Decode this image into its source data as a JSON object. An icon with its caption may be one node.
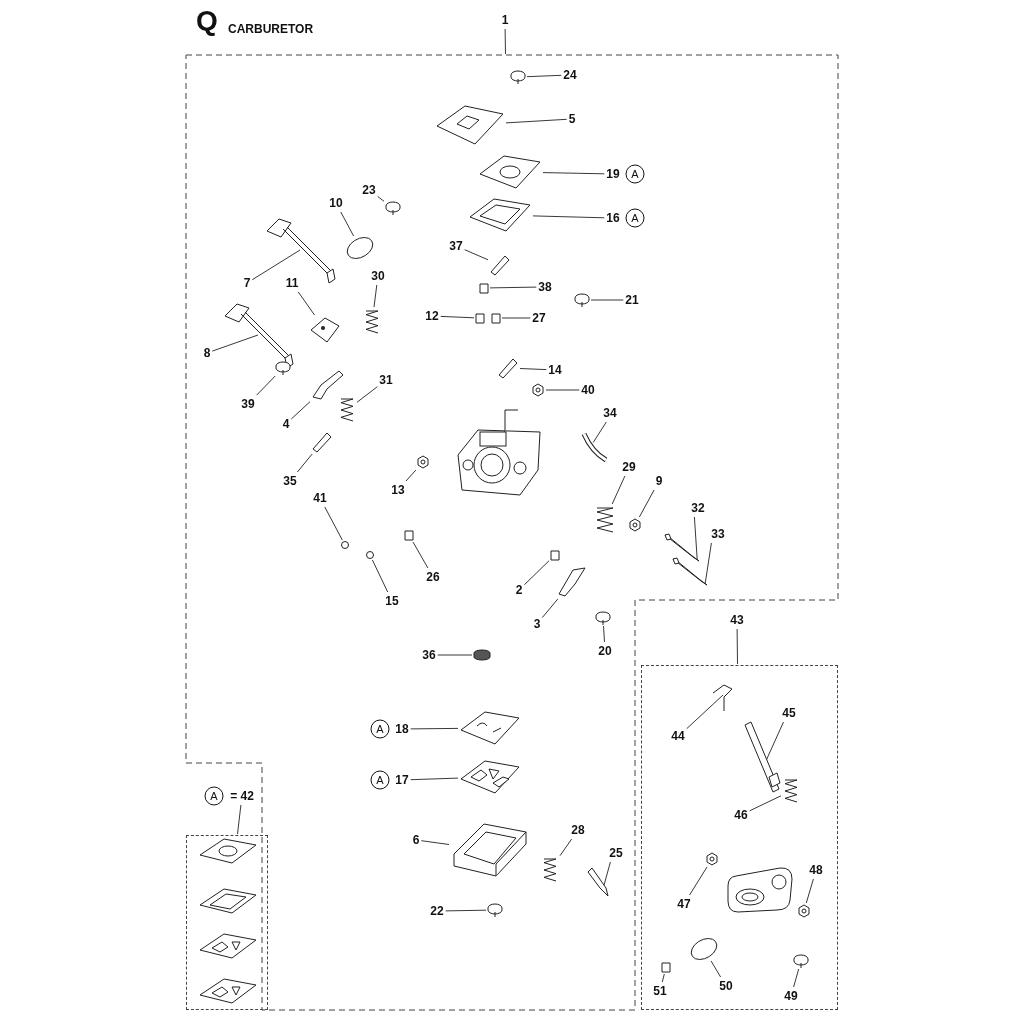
{
  "diagram": {
    "title": "CARBURETOR",
    "nodes": [
      {
        "text": [
          "1"
        ]
      },
      {
        "text": [],
        "shape": "box"
      },
      {
        "text": [
          "24"
        ],
        "in": 1
      },
      {
        "text": [],
        "shape": "picture",
        "in": 1
      },
      {
        "text": [
          "5"
        ],
        "in": 1
      },
      {
        "text": [],
        "shape": "picture",
        "in": 1
      },
      {
        "text": [
          "19"
        ],
        "beside": [
          "A"
        ],
        "in": 1
      },
      {
        "text": [],
        "shape": "picture",
        "in": 1
      },
      {
        "text": [
          "16"
        ],
        "beside": [
          "A"
        ],
        "in": 1
      },
      {
        "text": [],
        "shape": "picture",
        "in": 1
      },
      {
        "text": [
          "23"
        ],
        "in": 1
      },
      {
        "text": [],
        "shape": "picture",
        "in": 1
      },
      {
        "text": [
          "10"
        ],
        "in": 1
      },
      {
        "text": [],
        "shape": "picture",
        "in": 1
      },
      {
        "text": [
          "7"
        ],
        "in": 1
      },
      {
        "text": [],
        "shape": "picture",
        "in": 1
      },
      {
        "text": [
          "11"
        ],
        "in": 1
      },
      {
        "text": [],
        "shape": "picture",
        "in": 1
      },
      {
        "text": [
          "30"
        ],
        "in": 1
      },
      {
        "text": [],
        "shape": "picture",
        "in": 1
      },
      {
        "text": [
          "37"
        ],
        "in": 1
      },
      {
        "text": [],
        "shape": "picture",
        "in": 1
      },
      {
        "text": [
          "38"
        ],
        "in": 1
      },
      {
        "text": [],
        "shape": "box",
        "in": 1
      },
      {
        "text": [
          "21"
        ],
        "in": 1
      },
      {
        "text": [],
        "shape": "picture",
        "in": 1
      },
      {
        "text": [
          "12"
        ],
        "in": 1
      },
      {
        "text": [],
        "shape": "box",
        "in": 1
      },
      {
        "text": [
          "27"
        ],
        "in": 1
      },
      {
        "text": [],
        "shape": "box",
        "in": 1
      },
      {
        "text": [
          "8"
        ],
        "in": 1
      },
      {
        "text": [],
        "shape": "picture",
        "in": 1
      },
      {
        "text": [
          "14"
        ],
        "in": 1
      },
      {
        "text": [],
        "shape": "picture",
        "in": 1
      },
      {
        "text": [
          "40"
        ],
        "in": 1
      },
      {
        "text": [],
        "shape": "picture",
        "in": 1
      },
      {
        "text": [
          "31"
        ],
        "in": 1
      },
      {
        "text": [],
        "shape": "picture",
        "in": 1
      },
      {
        "text": [
          "39"
        ],
        "in": 1
      },
      {
        "text": [],
        "shape": "picture",
        "in": 1
      },
      {
        "text": [
          "4"
        ],
        "in": 1
      },
      {
        "text": [],
        "shape": "picture",
        "in": 1
      },
      {
        "text": [
          "34"
        ],
        "in": 1
      },
      {
        "text": [],
        "shape": "picture",
        "in": 1
      },
      {
        "text": [
          "35"
        ],
        "in": 1
      },
      {
        "text": [],
        "shape": "picture",
        "in": 1
      },
      {
        "text": [
          "13"
        ],
        "in": 1
      },
      {
        "text": [],
        "shape": "picture",
        "in": 1
      },
      {
        "text": [
          "29"
        ],
        "in": 1
      },
      {
        "text": [],
        "shape": "picture",
        "in": 1
      },
      {
        "text": [
          "9"
        ],
        "in": 1
      },
      {
        "text": [],
        "shape": "picture",
        "in": 1
      },
      {
        "text": [
          "32"
        ],
        "in": 1
      },
      {
        "text": [],
        "shape": "picture",
        "in": 1
      },
      {
        "text": [
          "33"
        ],
        "in": 1
      },
      {
        "text": [],
        "shape": "picture",
        "in": 1
      },
      {
        "text": [
          "41"
        ],
        "in": 1
      },
      {
        "text": [],
        "shape": "circle",
        "in": 1
      },
      {
        "text": [
          "26"
        ],
        "in": 1
      },
      {
        "text": [],
        "shape": "box",
        "in": 1
      },
      {
        "text": [
          "15"
        ],
        "in": 1
      },
      {
        "text": [],
        "shape": "circle",
        "in": 1
      },
      {
        "text": [
          "2"
        ],
        "in": 1
      },
      {
        "text": [],
        "shape": "box",
        "in": 1
      },
      {
        "text": [
          "3"
        ],
        "in": 1
      },
      {
        "text": [],
        "shape": "picture",
        "in": 1
      },
      {
        "text": [
          "20"
        ],
        "in": 1
      },
      {
        "text": [],
        "shape": "picture",
        "in": 1
      },
      {
        "text": [
          "36"
        ],
        "in": 1
      },
      {
        "text": [],
        "shape": "cylinder",
        "in": 1
      },
      {
        "text": [
          "18"
        ],
        "beside": [
          "A"
        ],
        "in": 1
      },
      {
        "text": [],
        "shape": "picture",
        "in": 1
      },
      {
        "text": [
          "17"
        ],
        "beside": [
          "A"
        ],
        "in": 1
      },
      {
        "text": [],
        "shape": "picture",
        "in": 1
      },
      {
        "text": [
          "6"
        ],
        "in": 1
      },
      {
        "text": [],
        "shape": "picture",
        "in": 1
      },
      {
        "text": [
          "28"
        ],
        "in": 1
      },
      {
        "text": [],
        "shape": "picture",
        "in": 1
      },
      {
        "text": [
          "25"
        ],
        "in": 1
      },
      {
        "text": [],
        "shape": "picture",
        "in": 1
      },
      {
        "text": [
          "22"
        ],
        "in": 1
      },
      {
        "text": [],
        "shape": "picture",
        "in": 1
      },
      {
        "text": [
          "43"
        ]
      },
      {
        "text": [],
        "shape": "box"
      },
      {
        "text": [
          "44"
        ],
        "in": 83
      },
      {
        "text": [],
        "shape": "picture",
        "in": 83
      },
      {
        "text": [
          "45"
        ],
        "in": 83
      },
      {
        "text": [],
        "shape": "picture",
        "in": 83
      },
      {
        "text": [
          "46"
        ],
        "in": 83
      },
      {
        "text": [],
        "shape": "picture",
        "in": 83
      },
      {
        "text": [
          "47"
        ],
        "in": 83
      },
      {
        "text": [],
        "shape": "picture",
        "in": 83
      },
      {
        "text": [
          "48"
        ],
        "in": 83
      },
      {
        "text": [],
        "shape": "picture",
        "in": 83
      },
      {
        "text": [
          "51"
        ],
        "in": 83
      },
      {
        "text": [],
        "shape": "box",
        "in": 83
      },
      {
        "text": [
          "50"
        ],
        "in": 83
      },
      {
        "text": [],
        "shape": "picture",
        "in": 83
      },
      {
        "text": [
          "49"
        ],
        "in": 83
      },
      {
        "text": [],
        "shape": "picture",
        "in": 83
      },
      {
        "text": [
          "= 42"
        ],
        "beside": [
          "A"
        ]
      },
      {
        "text": [],
        "shape": "box"
      }
    ],
    "edges": [
      {
        "from": 0,
        "to": 1,
        "arrow": "none"
      },
      {
        "from": 2,
        "to": 3,
        "arrow": "none"
      },
      {
        "from": 4,
        "to": 5,
        "arrow": "none"
      },
      {
        "from": 6,
        "to": 7,
        "arrow": "none"
      },
      {
        "from": 8,
        "to": 9,
        "arrow": "none"
      },
      {
        "from": 10,
        "to": 11,
        "arrow": "none"
      },
      {
        "from": 12,
        "to": 13,
        "arrow": "none"
      },
      {
        "from": 14,
        "to": 15,
        "arrow": "none"
      },
      {
        "from": 16,
        "to": 17,
        "arrow": "none"
      },
      {
        "from": 18,
        "to": 19,
        "arrow": "none"
      },
      {
        "from": 20,
        "to": 21,
        "arrow": "none"
      },
      {
        "from": 22,
        "to": 23,
        "arrow": "none"
      },
      {
        "from": 24,
        "to": 25,
        "arrow": "none"
      },
      {
        "from": 26,
        "to": 27,
        "arrow": "none"
      },
      {
        "from": 28,
        "to": 29,
        "arrow": "none"
      },
      {
        "from": 30,
        "to": 31,
        "arrow": "none"
      },
      {
        "from": 32,
        "to": 33,
        "arrow": "none"
      },
      {
        "from": 34,
        "to": 35,
        "arrow": "none"
      },
      {
        "from": 36,
        "to": 37,
        "arrow": "none"
      },
      {
        "from": 38,
        "to": 39,
        "arrow": "none"
      },
      {
        "from": 40,
        "to": 41,
        "arrow": "none"
      },
      {
        "from": 42,
        "to": 43,
        "arrow": "none"
      },
      {
        "from": 44,
        "to": 45,
        "arrow": "none"
      },
      {
        "from": 46,
        "to": 47,
        "arrow": "none"
      },
      {
        "from": 48,
        "to": 49,
        "arrow": "none"
      },
      {
        "from": 50,
        "to": 51,
        "arrow": "none"
      },
      {
        "from": 52,
        "to": 53,
        "arrow": "none"
      },
      {
        "from": 54,
        "to": 55,
        "arrow": "none"
      },
      {
        "from": 56,
        "to": 57,
        "arrow": "none"
      },
      {
        "from": 58,
        "to": 59,
        "arrow": "none"
      },
      {
        "from": 60,
        "to": 61,
        "arrow": "none"
      },
      {
        "from": 62,
        "to": 63,
        "arrow": "none"
      },
      {
        "from": 64,
        "to": 65,
        "arrow": "none"
      },
      {
        "from": 66,
        "to": 67,
        "arrow": "none"
      },
      {
        "from": 68,
        "to": 69,
        "arrow": "none"
      },
      {
        "from": 70,
        "to": 71,
        "arrow": "none"
      },
      {
        "from": 72,
        "to": 73,
        "arrow": "none"
      },
      {
        "from": 74,
        "to": 75,
        "arrow": "none"
      },
      {
        "from": 76,
        "to": 77,
        "arrow": "none"
      },
      {
        "from": 78,
        "to": 79,
        "arrow": "none"
      },
      {
        "from": 80,
        "to": 81,
        "arrow": "none"
      },
      {
        "from": 82,
        "to": 83,
        "arrow": "none"
      },
      {
        "from": 84,
        "to": 85,
        "arrow": "none"
      },
      {
        "from": 86,
        "to": 87,
        "arrow": "none"
      },
      {
        "from": 88,
        "to": 89,
        "arrow": "none"
      },
      {
        "from": 90,
        "to": 91,
        "arrow": "none"
      },
      {
        "from": 92,
        "to": 93,
        "arrow": "none"
      },
      {
        "from": 94,
        "to": 95,
        "arrow": "none"
      },
      {
        "from": 96,
        "to": 97,
        "arrow": "none"
      },
      {
        "from": 98,
        "to": 99,
        "arrow": "none"
      },
      {
        "from": 100,
        "to": 101,
        "arrow": "none"
      }
    ],
    "labels": [
      "Q"
    ]
  }
}
